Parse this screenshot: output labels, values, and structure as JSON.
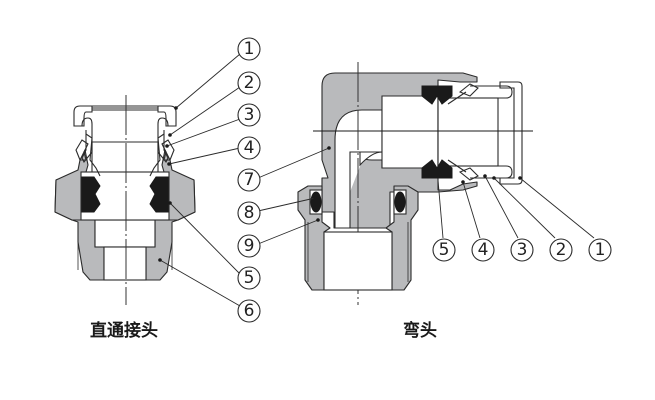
{
  "figure": {
    "captions": {
      "straight": "直通接头",
      "elbow": "弯头"
    },
    "callouts_straight_column": [
      {
        "id": "c1",
        "label": "1"
      },
      {
        "id": "c2",
        "label": "2"
      },
      {
        "id": "c3",
        "label": "3"
      },
      {
        "id": "c4",
        "label": "4"
      },
      {
        "id": "c7",
        "label": "7"
      },
      {
        "id": "c8",
        "label": "8"
      },
      {
        "id": "c9",
        "label": "9"
      },
      {
        "id": "c5",
        "label": "5"
      },
      {
        "id": "c6",
        "label": "6"
      }
    ],
    "callouts_elbow_row": [
      {
        "id": "e5",
        "label": "5"
      },
      {
        "id": "e4",
        "label": "4"
      },
      {
        "id": "e3",
        "label": "3"
      },
      {
        "id": "e2",
        "label": "2"
      },
      {
        "id": "e1",
        "label": "1"
      }
    ],
    "colors": {
      "body_fill": "#b9babc",
      "seal_fill": "#1a1a1a",
      "outline": "#2b2b2b",
      "background": "#ffffff"
    }
  }
}
